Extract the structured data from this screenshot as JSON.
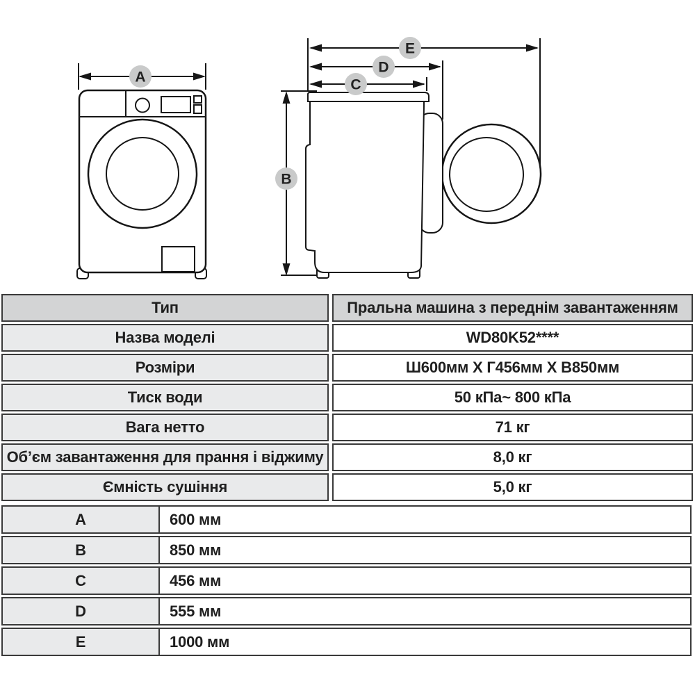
{
  "diagram": {
    "badge_color": "#c9caca",
    "line_color": "#161616",
    "badges": {
      "a": "A",
      "b": "B",
      "c": "C",
      "d": "D",
      "e": "E"
    },
    "front_view": {
      "description": "washing machine front view with width dimension A"
    },
    "side_view": {
      "description": "washing machine side view with open door, dimensions B, C, D, E"
    }
  },
  "spec_table": {
    "rows": [
      {
        "label": "Тип",
        "value": "Пральна машина з переднім завантаженням"
      },
      {
        "label": "Назва моделі",
        "value": "WD80K52****"
      },
      {
        "label": "Розміри",
        "value": "Ш600мм X Г456мм X В850мм"
      },
      {
        "label": "Тиск води",
        "value": "50 кПа~ 800 кПа"
      },
      {
        "label": "Вага нетто",
        "value": "71 кг"
      },
      {
        "label": "Об’єм завантаження для прання і віджиму",
        "value": "8,0 кг"
      },
      {
        "label": "Ємність сушіння",
        "value": "5,0 кг"
      }
    ]
  },
  "dimension_table": {
    "rows": [
      {
        "label": "A",
        "value": "600 мм"
      },
      {
        "label": "B",
        "value": "850 мм"
      },
      {
        "label": "C",
        "value": "456 мм"
      },
      {
        "label": "D",
        "value": "555 мм"
      },
      {
        "label": "E",
        "value": "1000 мм"
      }
    ]
  }
}
